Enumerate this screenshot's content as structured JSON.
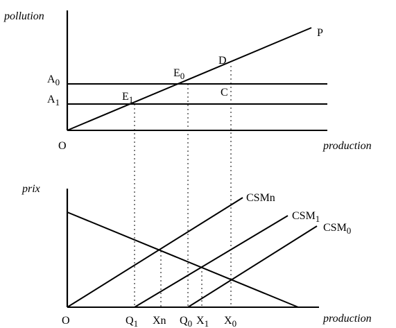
{
  "top_panel": {
    "y_axis_label": "pollution",
    "x_axis_label": "production",
    "origin_label": "O",
    "curve_label": "P",
    "level_labels": [
      {
        "base": "A",
        "sub": "0"
      },
      {
        "base": "A",
        "sub": "1"
      }
    ],
    "point_labels": [
      {
        "base": "E",
        "sub": "0"
      },
      {
        "base": "E",
        "sub": "1"
      },
      {
        "base": "D",
        "sub": ""
      },
      {
        "base": "C",
        "sub": ""
      }
    ]
  },
  "bottom_panel": {
    "y_axis_label": "prix",
    "x_axis_label": "production",
    "origin_label": "O",
    "curve_labels": [
      {
        "base": "CSMn",
        "sub": ""
      },
      {
        "base": "CSM",
        "sub": "1"
      },
      {
        "base": "CSM",
        "sub": "0"
      }
    ],
    "tick_labels": [
      {
        "base": "Q",
        "sub": "1"
      },
      {
        "base": "Xn",
        "sub": ""
      },
      {
        "base": "Q",
        "sub": "0"
      },
      {
        "base": "X",
        "sub": "1"
      },
      {
        "base": "X",
        "sub": "0"
      }
    ]
  },
  "colors": {
    "line": "#000000",
    "background": "#ffffff"
  }
}
